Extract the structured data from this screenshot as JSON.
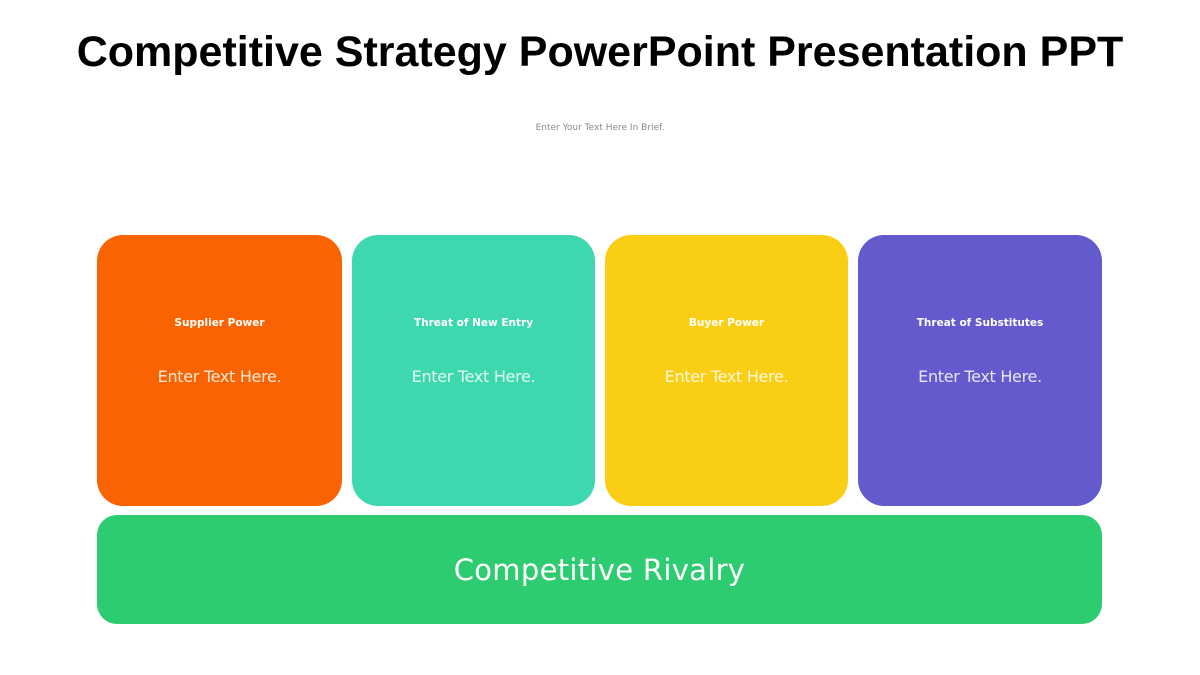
{
  "slide": {
    "title": "Competitive Strategy PowerPoint Presentation PPT",
    "subtitle": "Enter Your Text Here In Brief."
  },
  "forces": [
    {
      "title": "Supplier Power",
      "text": "Enter Text Here.",
      "color": "#FA6400"
    },
    {
      "title": "Threat of New Entry",
      "text": "Enter Text Here.",
      "color": "#3DD8AF"
    },
    {
      "title": "Buyer Power",
      "text": "Enter Text Here.",
      "color": "#F9CE15"
    },
    {
      "title": "Threat of Substitutes",
      "text": "Enter Text Here.",
      "color": "#635ACD"
    }
  ],
  "rivalry": {
    "label": "Competitive Rivalry",
    "color": "#2ECC71"
  }
}
